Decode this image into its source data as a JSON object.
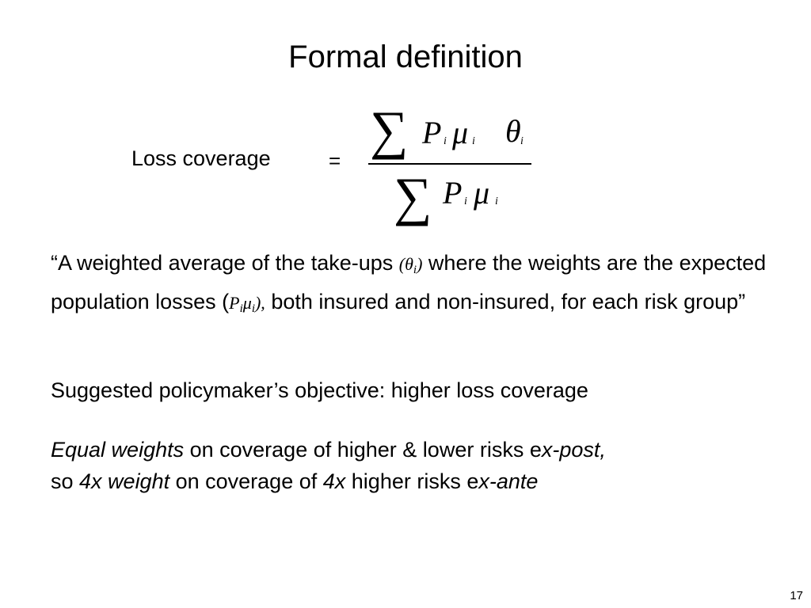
{
  "title": "Formal definition",
  "equation": {
    "lhs": "Loss coverage",
    "equals": "=",
    "sum_symbol": "∑",
    "numerator": {
      "terms": [
        {
          "symbol": "P",
          "subscript": "i"
        },
        {
          "symbol": "μ",
          "subscript": "i"
        },
        {
          "symbol": "θ",
          "subscript": "i"
        }
      ]
    },
    "denominator": {
      "terms": [
        {
          "symbol": "P",
          "subscript": "i"
        },
        {
          "symbol": "μ",
          "subscript": "i"
        }
      ]
    }
  },
  "paragraph1": {
    "t1": "“A weighted average of the take-ups ",
    "theta_open": "(θ",
    "theta_sub": "i",
    "theta_close": ")",
    "t2": " where the weights are the expected population losses (",
    "p_symbol": "P",
    "p_sub": "i",
    "mu_symbol": "μ",
    "mu_sub": "i",
    "mu_close": "),",
    "t3": " both insured and non-insured, for each risk group”"
  },
  "paragraph2": {
    "text": "Suggested policymaker’s objective: higher loss coverage"
  },
  "paragraph3": {
    "line1_em1": "Equal weights",
    "line1_t1": " on coverage of higher & lower risks e",
    "line1_em2": "x-post,",
    "line2_t1": "so ",
    "line2_em1": "4x weight",
    "line2_t2": " on coverage of ",
    "line2_em2": "4x",
    "line2_t3": " higher risks e",
    "line2_em3": "x-ante"
  },
  "slide_number": "17"
}
